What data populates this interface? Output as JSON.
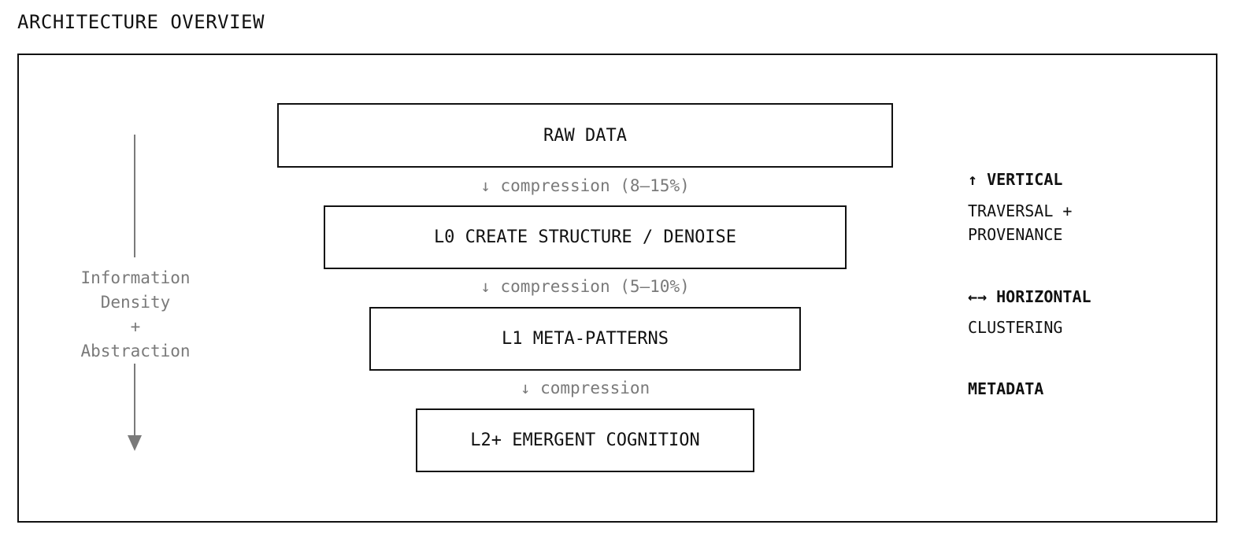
{
  "page": {
    "title": "ARCHITECTURE OVERVIEW"
  },
  "side_axis": {
    "label_lines": [
      "Information",
      "Density",
      "+",
      "Abstraction"
    ],
    "direction": "down",
    "color": "#7a7a7a"
  },
  "layers": [
    {
      "label": "RAW DATA"
    },
    {
      "label": "L0 CREATE STRUCTURE / DENOISE"
    },
    {
      "label": "L1 META-PATTERNS"
    },
    {
      "label": "L2+ EMERGENT COGNITION"
    }
  ],
  "compressions": [
    {
      "label": "↓ compression (8–15%)"
    },
    {
      "label": "↓ compression (5–10%)"
    },
    {
      "label": "↓ compression"
    }
  ],
  "legend": {
    "vertical": {
      "heading": "↑ VERTICAL",
      "desc_lines": [
        "TRAVERSAL +",
        "PROVENANCE"
      ]
    },
    "horizontal": {
      "heading": "←→ HORIZONTAL",
      "desc_lines": [
        "CLUSTERING"
      ]
    },
    "metadata": {
      "heading": "METADATA"
    }
  },
  "colors": {
    "ink": "#111111",
    "muted": "#7a7a7a",
    "background": "#ffffff"
  }
}
